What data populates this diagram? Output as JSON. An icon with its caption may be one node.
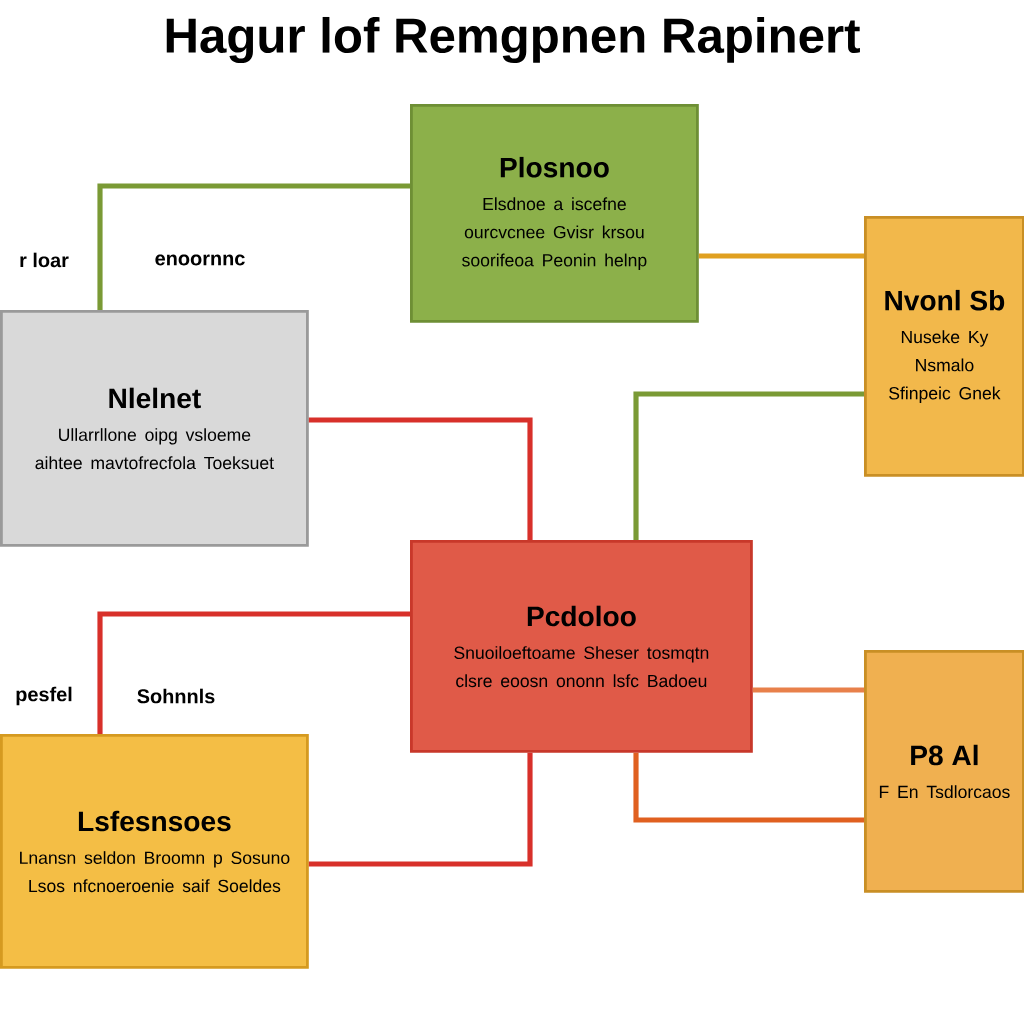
{
  "diagram": {
    "title": "Hagur lof Remgpnen Rapinert",
    "nodes": [
      {
        "text": [
          "Plosnoo",
          "Elsdnoe a iscefne ourcvcnee Gvisr krsou soorifeoa Peonin helnp"
        ]
      },
      {
        "text": [
          "Nlelnet",
          "Ullarrllone oipg vsloeme aihtee mavtofrecfola Toeksuet"
        ]
      },
      {
        "text": [
          "Nvonl Sb",
          "Nuseke Ky Nsmalo Sfinpeic Gnek"
        ]
      },
      {
        "text": [
          "Pcdoloo",
          "Snuoiloeftoame Sheser tosmqtn clsre eoosn ononn lsfc Badoeu"
        ]
      },
      {
        "text": [
          "Lsfesnsoes",
          "Lnansn seldon Broomn p Sosuno Lsos nfcnoeroenie saif Soeldes"
        ]
      },
      {
        "text": [
          "P8 Al",
          "F En Tsdlorcaos"
        ]
      }
    ],
    "edges": [
      {
        "from": 0,
        "to": 1,
        "arrow": "none",
        "color": "#7a9a35"
      },
      {
        "from": 0,
        "to": 2,
        "arrow": "none",
        "color": "#e0a020"
      },
      {
        "from": 1,
        "to": 3,
        "arrow": "none",
        "color": "#d8302a"
      },
      {
        "from": 2,
        "to": 3,
        "arrow": "none",
        "color": "#7a9a35"
      },
      {
        "from": 3,
        "to": 4,
        "arrow": "none",
        "color": "#d8302a"
      },
      {
        "from": 3,
        "to": 5,
        "arrow": "none",
        "color": "#e8804a"
      },
      {
        "from": 3,
        "to": 5,
        "arrow": "none",
        "color": "#e06020"
      },
      {
        "from": 4,
        "to": 3,
        "arrow": "none",
        "color": "#d8302a"
      }
    ],
    "labels": [
      "r loar",
      "enoornnc",
      "pesfel",
      "Sohnnls"
    ]
  }
}
